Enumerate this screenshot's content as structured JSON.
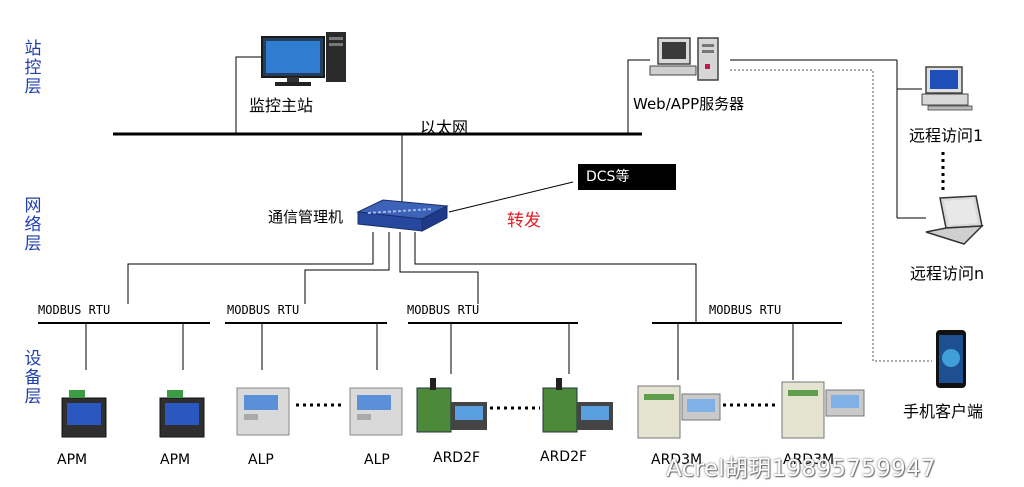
{
  "layers": {
    "station": "站控层",
    "network": "网络层",
    "device": "设备层"
  },
  "nodes": {
    "monitor_host": "监控主站",
    "web_server": "Web/APP服务器",
    "ethernet": "以太网",
    "comm_manager": "通信管理机",
    "dcs": "DCS等",
    "forward": "转发",
    "remote_1": "远程访问1",
    "remote_n": "远程访问n",
    "mobile_client": "手机客户端"
  },
  "buses": [
    "MODBUS RTU",
    "MODBUS RTU",
    "MODBUS RTU",
    "MODBUS RTU"
  ],
  "devices": [
    "APM",
    "APM",
    "ALP",
    "ALP",
    "ARD2F",
    "ARD2F",
    "ARD3M",
    "ARD3M"
  ],
  "watermark": "Acrel胡玥19895759947",
  "colors": {
    "layer_text": "#1f3fae",
    "forward_text": "#e51c23"
  }
}
